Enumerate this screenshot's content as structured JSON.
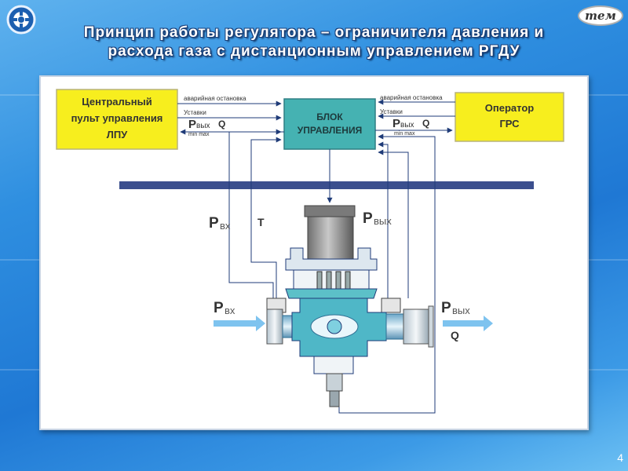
{
  "slide": {
    "title_line1": "Принцип работы  регулятора – ограничителя давления и",
    "title_line2": "расхода газа с дистанционным управлением РГДУ",
    "page_number": "4",
    "logo_right_text": "тем"
  },
  "diagram": {
    "left_box": {
      "line1": "Центральный",
      "line2": "пульт управления",
      "line3": "ЛПУ"
    },
    "center_box": {
      "line1": "БЛОК",
      "line2": "УПРАВЛЕНИЯ"
    },
    "right_box": {
      "line1": "Оператор",
      "line2": "ГРС"
    },
    "left_links": {
      "emergency": "аварийная остановка",
      "setpoints": "Уставки",
      "p_main": "Р",
      "p_sub": "вых",
      "q": "Q",
      "minmax": "min max"
    },
    "right_links": {
      "emergency": "аварийная остановка",
      "setpoints": "Уставки",
      "p_main": "Р",
      "p_sub": "вых",
      "q": "Q",
      "minmax": "min max"
    },
    "signals": {
      "p_in_main": "Р",
      "p_in_sub": "вх",
      "t": "Т",
      "p_out_main": "Р",
      "p_out_sub": "вых"
    },
    "flow": {
      "in_main": "Р",
      "in_sub": "вх",
      "out_main": "Р",
      "out_sub": "вых",
      "out_q": "Q"
    }
  },
  "colors": {
    "background": "#2f8fe0",
    "box_yellow": "#f7ee1e",
    "control_block": "#45b2b2",
    "line": "#1f3b78",
    "bus_bar": "#3b4f8e",
    "flow_arrow": "#7ec3ef"
  }
}
